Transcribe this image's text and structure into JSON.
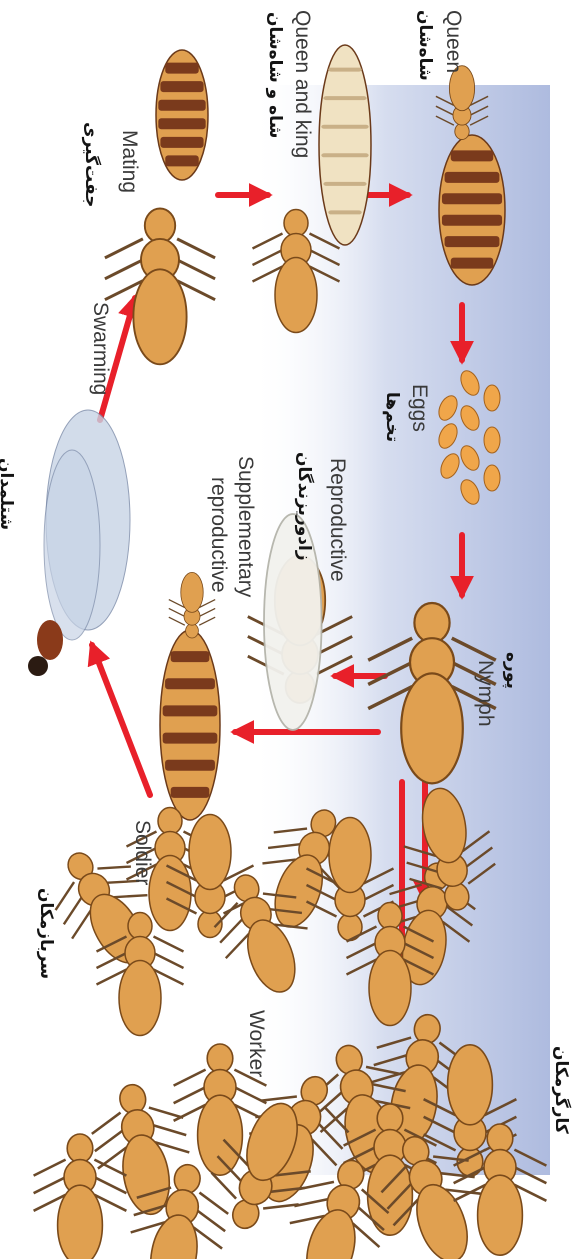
{
  "labels": {
    "queen": "Queen",
    "queen_fa": "شاه‌شان",
    "queen_and_king": "Queen and king",
    "queen_and_king_fa": "شاه و شاه‌شان",
    "mating": "Mating",
    "mating_fa": "جفت‌گیری",
    "swarming": "Swarming",
    "swarming_fa": "شتلمدان",
    "eggs": "Eggs",
    "eggs_fa": "تخم‌ها",
    "reproductive": "Reproductive",
    "reproductive_fa": "زادوریزندگان",
    "supplementary_reproductive_line1": "Supplementary",
    "supplementary_reproductive_line2": "reproductive",
    "nymph": "Nymph",
    "nymph_fa": "پوره",
    "soldier": "Soldier",
    "soldier_fa": "سربازمکان",
    "worker": "Worker",
    "worker_fa": "کارگرمکان"
  },
  "colors": {
    "background_band": "#b3bfe0",
    "arrow": "#e8202a",
    "termite_body": "#e0a050",
    "termite_dark": "#7a3a1c",
    "queen_pale": "#f0e2c2",
    "wing": "#c8d4e6"
  }
}
